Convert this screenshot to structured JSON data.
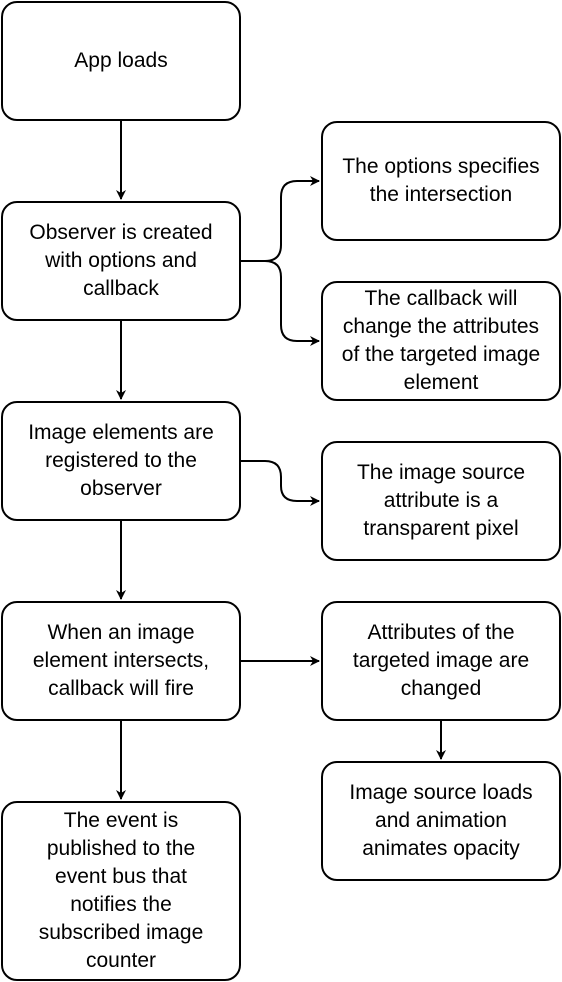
{
  "diagram": {
    "nodes": {
      "app_loads": "App loads",
      "observer_created": "Observer is created\nwith options and\ncallback",
      "options_spec": "The options specifies\nthe intersection",
      "callback_change": "The callback will\nchange the attributes\nof the targeted image\nelement",
      "images_registered": "Image elements are\nregistered to the\nobserver",
      "image_source": "The image source\nattribute is a\ntransparent pixel",
      "intersects": "When an image\nelement intersects,\ncallback will fire",
      "attributes_changed": "Attributes of the\ntargeted image are\nchanged",
      "image_loads": "Image source loads\nand animation\nanimates opacity",
      "event_published": "The event is\npublished to the\nevent bus that\nnotifies the\nsubscribed image\ncounter"
    },
    "edges": [
      {
        "from": "app_loads",
        "to": "observer_created"
      },
      {
        "from": "observer_created",
        "to": "options_spec"
      },
      {
        "from": "observer_created",
        "to": "callback_change"
      },
      {
        "from": "observer_created",
        "to": "images_registered"
      },
      {
        "from": "images_registered",
        "to": "image_source"
      },
      {
        "from": "images_registered",
        "to": "intersects"
      },
      {
        "from": "intersects",
        "to": "attributes_changed"
      },
      {
        "from": "attributes_changed",
        "to": "image_loads"
      },
      {
        "from": "intersects",
        "to": "event_published"
      }
    ],
    "colors": {
      "stroke": "#000000",
      "fill": "#ffffff",
      "text": "#000000"
    }
  }
}
